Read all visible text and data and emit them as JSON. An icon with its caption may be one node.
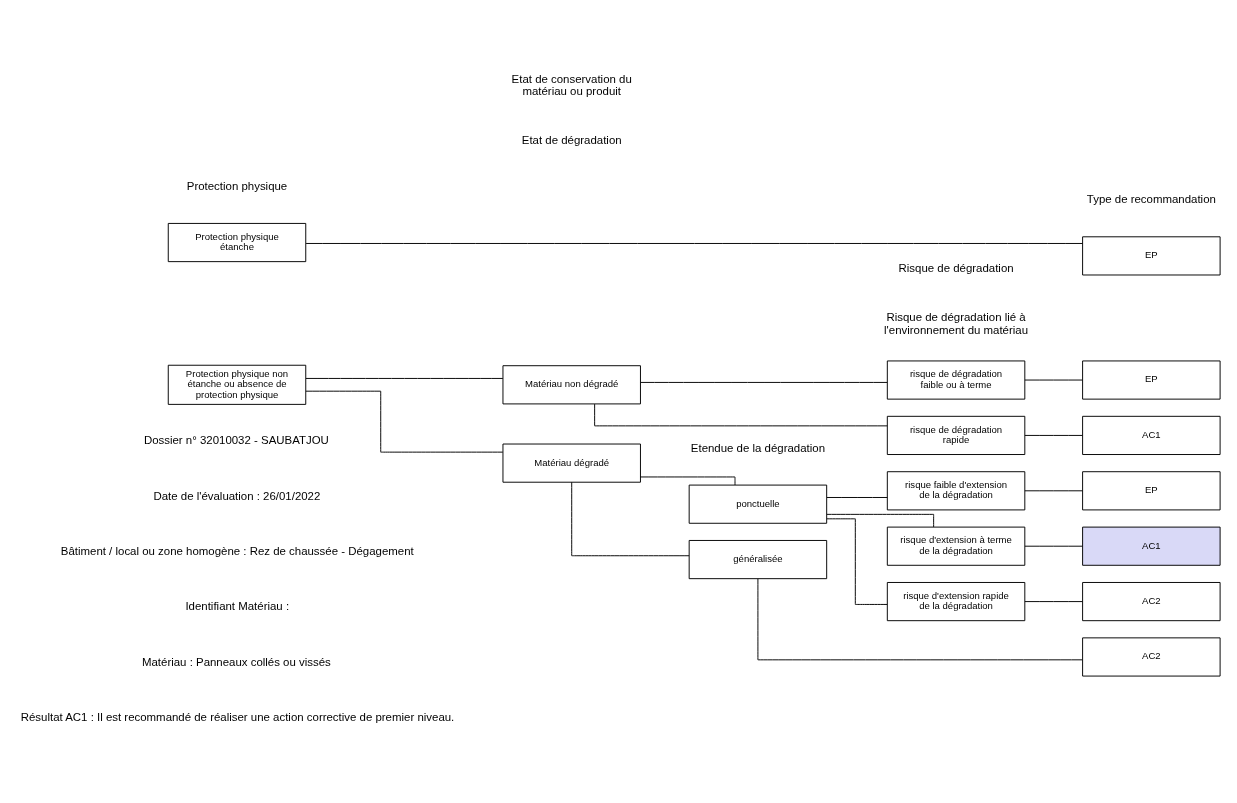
{
  "diagram": {
    "nodes": [
      {
        "text": [
          "Protection physique étanche"
        ]
      },
      {
        "text": [
          "Protection physique non étanche ou absence de protection physique"
        ]
      },
      {
        "text": [
          "Matériau non dégradé"
        ]
      },
      {
        "text": [
          "Matériau dégradé"
        ]
      },
      {
        "text": [
          "ponctuelle"
        ]
      },
      {
        "text": [
          "généralisée"
        ]
      },
      {
        "text": [
          "risque de dégradation faible ou à terme"
        ]
      },
      {
        "text": [
          "risque de dégradation rapide"
        ]
      },
      {
        "text": [
          "risque faible d'extension de la dégradation"
        ]
      },
      {
        "text": [
          "risque d'extension à terme de la dégradation"
        ]
      },
      {
        "text": [
          "risque d'extension rapide de la dégradation"
        ]
      },
      {
        "text": [
          "EP"
        ]
      },
      {
        "text": [
          "EP"
        ]
      },
      {
        "text": [
          "AC1"
        ]
      },
      {
        "text": [
          "EP"
        ]
      },
      {
        "text": [
          "AC1"
        ]
      },
      {
        "text": [
          "AC2"
        ]
      },
      {
        "text": [
          "AC2"
        ]
      }
    ],
    "edges": [
      {
        "from": 0,
        "to": 11,
        "arrow": "none"
      },
      {
        "from": 1,
        "to": 2,
        "arrow": "none"
      },
      {
        "from": 1,
        "to": 3,
        "arrow": "none"
      },
      {
        "from": 2,
        "to": 6,
        "arrow": "none"
      },
      {
        "from": 2,
        "to": 7,
        "arrow": "none"
      },
      {
        "from": 6,
        "to": 12,
        "arrow": "none"
      },
      {
        "from": 7,
        "to": 13,
        "arrow": "none"
      },
      {
        "from": 3,
        "to": 4,
        "arrow": "none"
      },
      {
        "from": 3,
        "to": 5,
        "arrow": "none"
      },
      {
        "from": 4,
        "to": 8,
        "arrow": "none"
      },
      {
        "from": 4,
        "to": 9,
        "arrow": "none"
      },
      {
        "from": 4,
        "to": 10,
        "arrow": "none"
      },
      {
        "from": 8,
        "to": 14,
        "arrow": "none"
      },
      {
        "from": 9,
        "to": 15,
        "arrow": "none"
      },
      {
        "from": 10,
        "to": 16,
        "arrow": "none"
      },
      {
        "from": 5,
        "to": 17,
        "arrow": "none"
      }
    ],
    "labels": [
      "Etat de conservation du matériau ou produit",
      "Risque de dégradation",
      "Protection physique",
      "Etat de dégradation",
      "Etendue de la dégradation",
      "Risque de dégradation lié à l'environnement du matériau",
      "Type de recommandation",
      "Dossier n° 32010032 - SAUBATJOU",
      "Date de l'évaluation : 26/01/2022",
      "Bâtiment / local ou zone homogène : Rez de chaussée - Dégagement",
      "Identifiant Matériau :",
      "Matériau : Panneaux collés ou vissés",
      "Résultat AC1 : Il est recommandé de réaliser une action corrective de premier niveau."
    ]
  }
}
